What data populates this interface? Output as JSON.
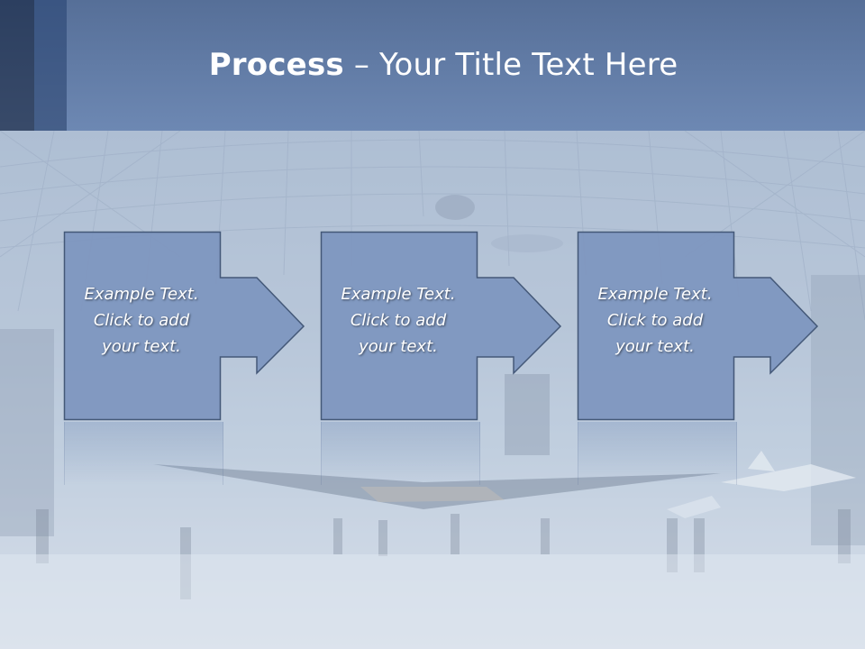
{
  "slide": {
    "title_bold": "Process",
    "title_rest": " – Your Title Text Here"
  },
  "steps": [
    {
      "lines": [
        "Example Text.",
        "Click  to add",
        "your text."
      ]
    },
    {
      "lines": [
        "Example Text.",
        "Click  to add",
        "your text."
      ]
    },
    {
      "lines": [
        "Example Text.",
        "Click  to add",
        "your text."
      ]
    }
  ],
  "colors": {
    "header": "#6d88b3",
    "shape_fill": "#7f97c0",
    "shape_border": "#3e5373",
    "text": "#ffffff"
  }
}
